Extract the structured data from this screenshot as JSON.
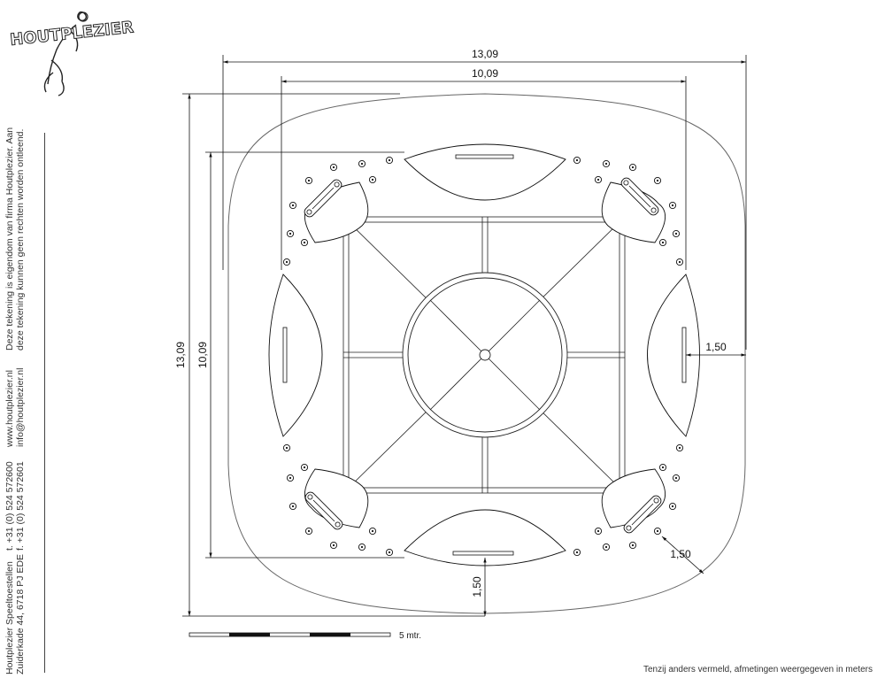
{
  "logo": {
    "text": "HOUTPLEZIER"
  },
  "sidebar": {
    "company_line1": "Houtplezier Speeltoestellen",
    "company_line2": "Zuiderkade 44, 6718 PJ EDE",
    "phone_line1": "t. +31 (0) 524 572600",
    "phone_line2": "f. +31 (0) 524 572601",
    "web_line1": "www.houtplezier.nl",
    "web_line2": "info@houtplezier.nl",
    "notice_line1": "Deze tekening is eigendom van firma Houtplezier. Aan",
    "notice_line2": "deze tekening kunnen geen rechten worden ontleend."
  },
  "dimensions": {
    "outer_width": "13,09",
    "inner_width": "10,09",
    "outer_height": "13,09",
    "inner_height": "10,09",
    "right_clearance": "1,50",
    "bottom_clearance": "1,50",
    "corner_clearance": "1,50"
  },
  "scale": {
    "label": "5 mtr."
  },
  "footer": {
    "note": "Tenzij anders vermeld, afmetingen weergegeven in meters"
  }
}
